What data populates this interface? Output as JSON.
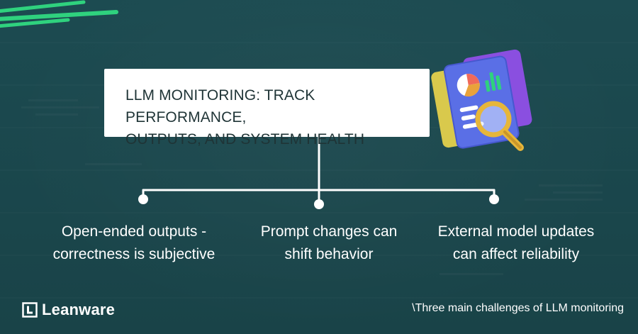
{
  "colors": {
    "background": "#1b4a50",
    "accent_green": "#2fd27e",
    "box_fill": "#ffffff",
    "title_text": "#1f3436",
    "white": "#ffffff",
    "doc_blue": "#5a6fe6",
    "doc_purple": "#8a4fe0",
    "doc_yellow": "#d9c94c",
    "magnifier_gold": "#e6b63a"
  },
  "diagram": {
    "title": "LLM MONITORING: TRACK PERFORMANCE,\nOUTPUTS, AND SYSTEM HEALTH",
    "illustration_icon": "report-magnifier-icon",
    "branches": [
      {
        "label": "Open-ended outputs -\ncorrectness is subjective"
      },
      {
        "label": "Prompt changes can\nshift behavior"
      },
      {
        "label": "External model updates\ncan affect reliability"
      }
    ]
  },
  "brand": {
    "logo_icon": "leanware-logo-icon",
    "name": "Leanware"
  },
  "footnote": "\\Three main challenges of LLM monitoring"
}
